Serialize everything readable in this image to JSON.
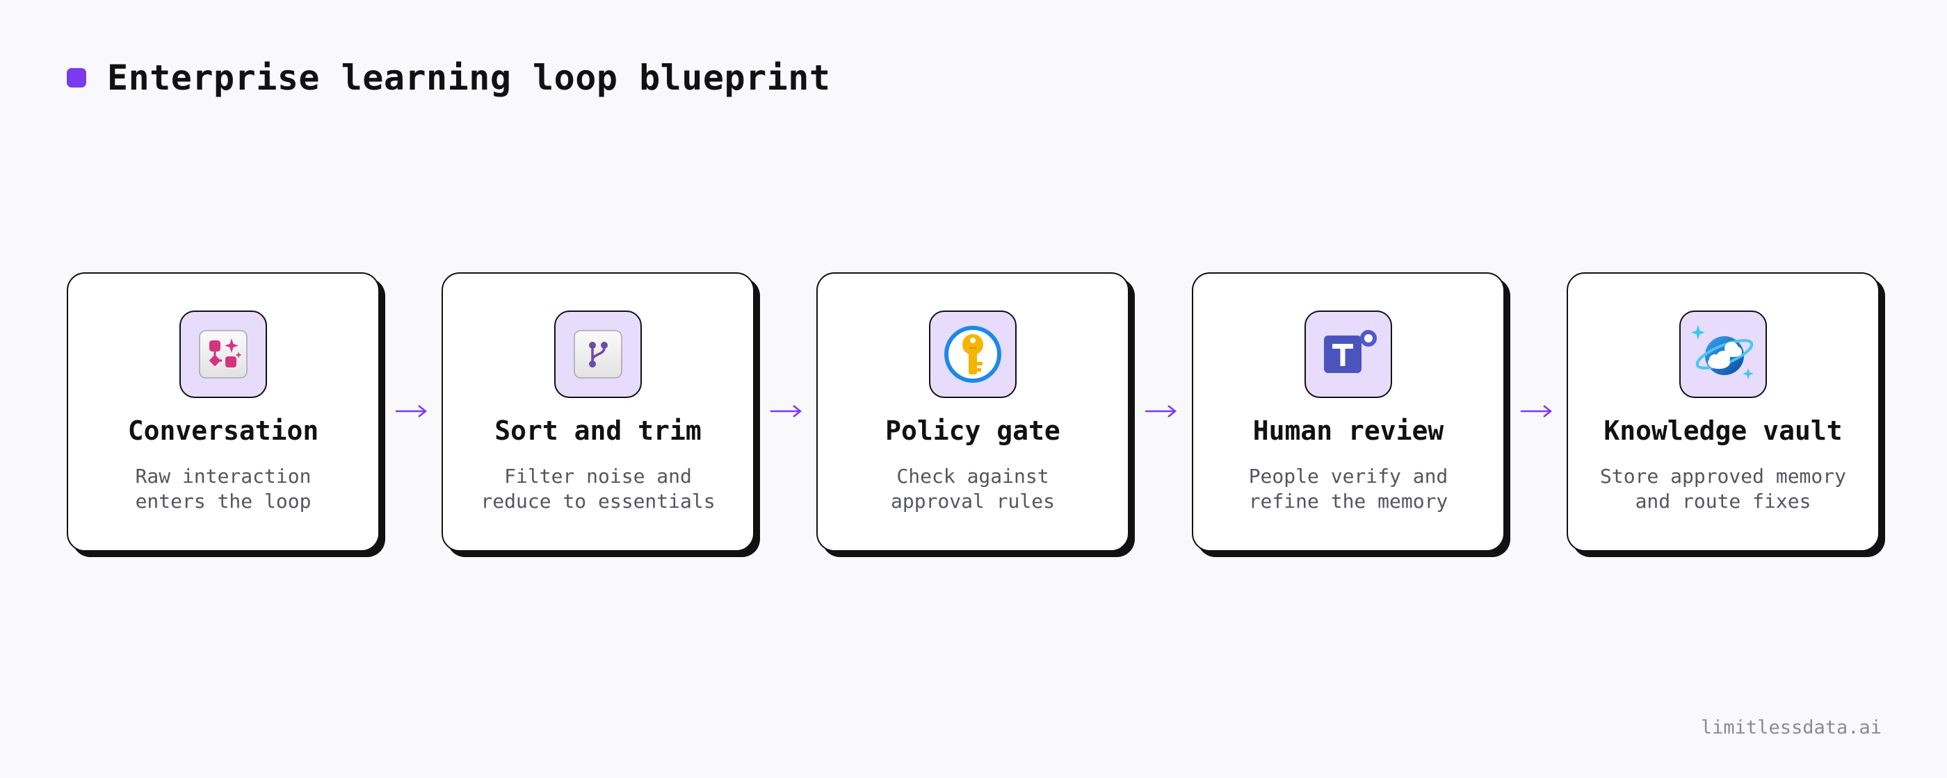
{
  "header": {
    "title": "Enterprise learning loop blueprint"
  },
  "colors": {
    "accent": "#7c3aed",
    "icon_bg": "#e7dcfb",
    "border": "#111111",
    "description_text": "#555560",
    "footer_text": "#8a8a94",
    "page_background": "#f9f9fc"
  },
  "steps": [
    {
      "title": "Conversation",
      "desc_line1": "Raw interaction",
      "desc_line2": "enters the loop",
      "icon": "conversation-flow-icon"
    },
    {
      "title": "Sort and trim",
      "desc_line1": "Filter noise and",
      "desc_line2": "reduce to essentials",
      "icon": "git-branch-icon"
    },
    {
      "title": "Policy gate",
      "desc_line1": "Check against",
      "desc_line2": "approval rules",
      "icon": "key-icon"
    },
    {
      "title": "Human review",
      "desc_line1": "People verify and",
      "desc_line2": "refine the memory",
      "icon": "teams-icon"
    },
    {
      "title": "Knowledge vault",
      "desc_line1": "Store approved memory",
      "desc_line2": "and route fixes",
      "icon": "cosmos-planet-icon"
    }
  ],
  "arrow_icon": "arrow-right-icon",
  "footer": {
    "brand": "limitlessdata.ai"
  }
}
